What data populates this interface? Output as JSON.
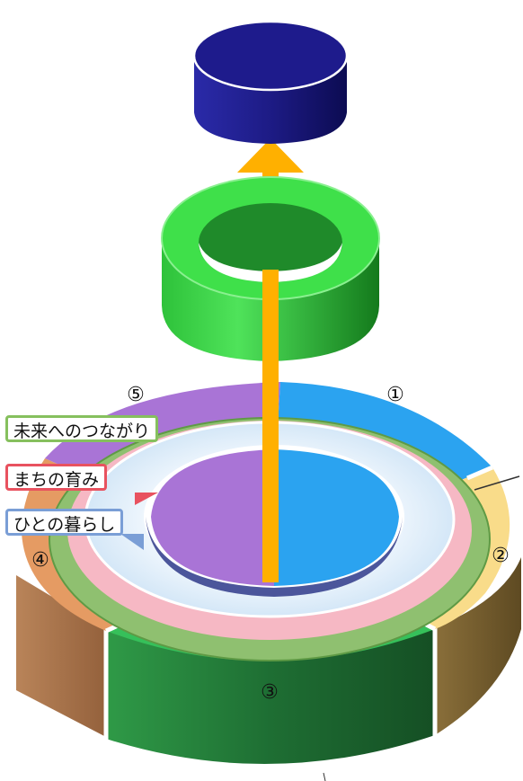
{
  "labels": {
    "mirai": "未来へのつながり",
    "machi": "まちの育み",
    "hito": "ひとの暮らし"
  },
  "segment_numbers": [
    "①",
    "②",
    "③",
    "④",
    "⑤"
  ],
  "colors": {
    "top_disk": "#1e1b8c",
    "green_ring": "#3fe04a",
    "arrow": "#ffb000",
    "seg1": "#2ba3f0",
    "seg2": "#f9dc8a",
    "seg3": "#36c05a",
    "seg4": "#e59b63",
    "seg5": "#a974d6",
    "ring_green": "#8fc070",
    "ring_pink": "#f6b8c4",
    "ring_blue": "#dcecf8",
    "border_green": "#86c05e",
    "border_pink": "#e8525f",
    "border_blue": "#7a9ed6"
  }
}
